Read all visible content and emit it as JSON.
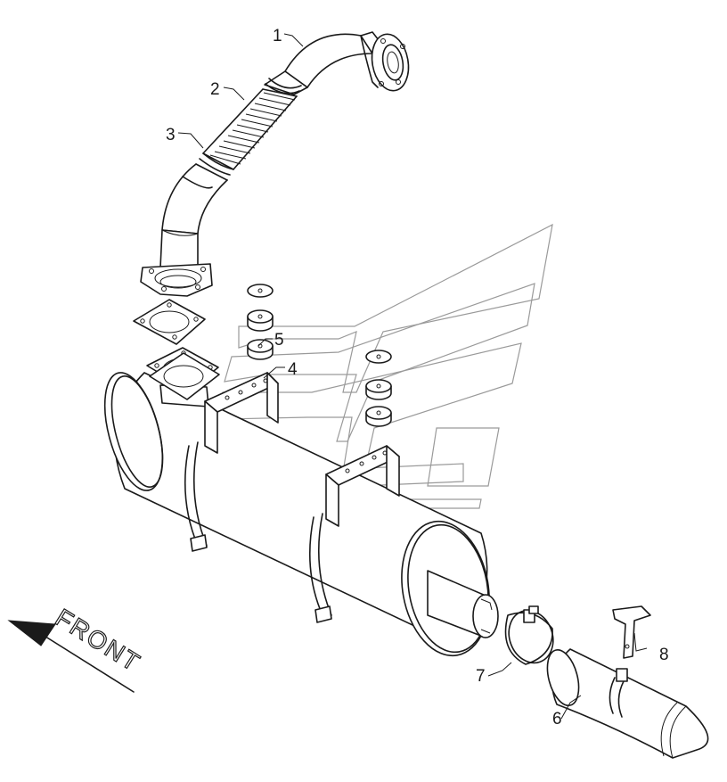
{
  "diagram": {
    "callouts": [
      {
        "id": "1",
        "label": "1"
      },
      {
        "id": "2",
        "label": "2"
      },
      {
        "id": "3",
        "label": "3"
      },
      {
        "id": "4",
        "label": "4"
      },
      {
        "id": "5",
        "label": "5"
      },
      {
        "id": "6",
        "label": "6"
      },
      {
        "id": "7",
        "label": "7"
      },
      {
        "id": "8",
        "label": "8"
      }
    ],
    "direction_label": "FRONT"
  }
}
